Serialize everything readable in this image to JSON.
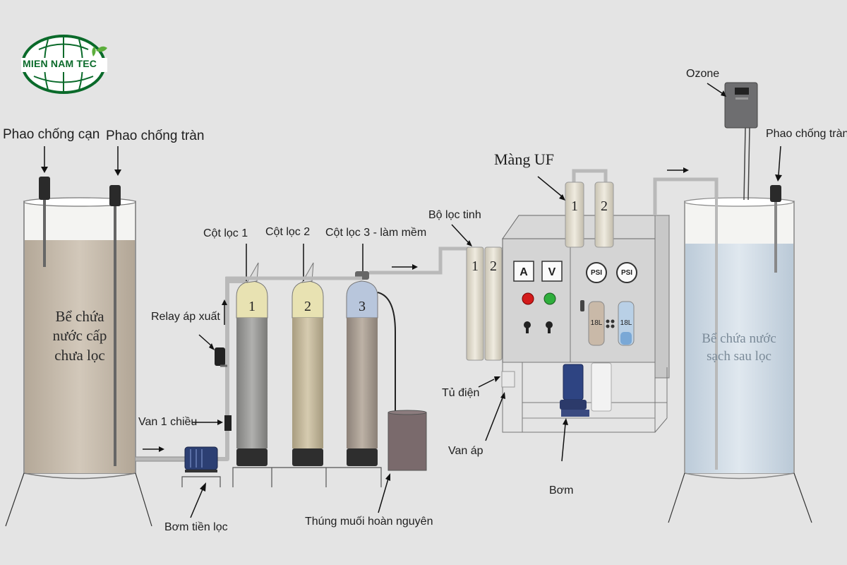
{
  "logo": {
    "text": "MIEN NAM TEC"
  },
  "labels": {
    "float_low": "Phao chống cạn",
    "float_overflow_left": "Phao chống tràn",
    "float_overflow_right": "Phao chống tràn",
    "raw_tank": [
      "Bể chứa",
      "nước cấp",
      "chưa lọc"
    ],
    "clean_tank": [
      "Bể chứa nước",
      "sạch sau lọc"
    ],
    "relay": "Relay áp xuất",
    "check_valve": "Van 1 chiều",
    "pre_pump": "Bơm tiền lọc",
    "column1": "Cột lọc 1",
    "column2": "Cột lọc 2",
    "column3": "Cột lọc 3 - làm mềm",
    "salt_tank": "Thúng muối hoàn nguyên",
    "fine_filter": "Bộ lọc tinh",
    "uf_membrane": "Màng UF",
    "ozone": "Ozone",
    "panel": "Tủ điện",
    "pressure_valve": "Van áp",
    "pump": "Bơm"
  },
  "numbers": {
    "col1": "1",
    "col2": "2",
    "col3": "3",
    "fine1": "1",
    "fine2": "2",
    "uf1": "1",
    "uf2": "2"
  },
  "gauges": {
    "ammeter": "A",
    "voltmeter": "V",
    "psi1": "PSI",
    "psi2": "PSI"
  },
  "housings": {
    "h1": "18L",
    "h2": "18L"
  },
  "colors": {
    "raw_water": "#c5b9a9",
    "clean_water": "#cfdbe6",
    "column1_media": "#9a9a98",
    "column2_media": "#c8bca0",
    "column3_media": "#a79c90",
    "logo_green": "#0a6a2a"
  }
}
